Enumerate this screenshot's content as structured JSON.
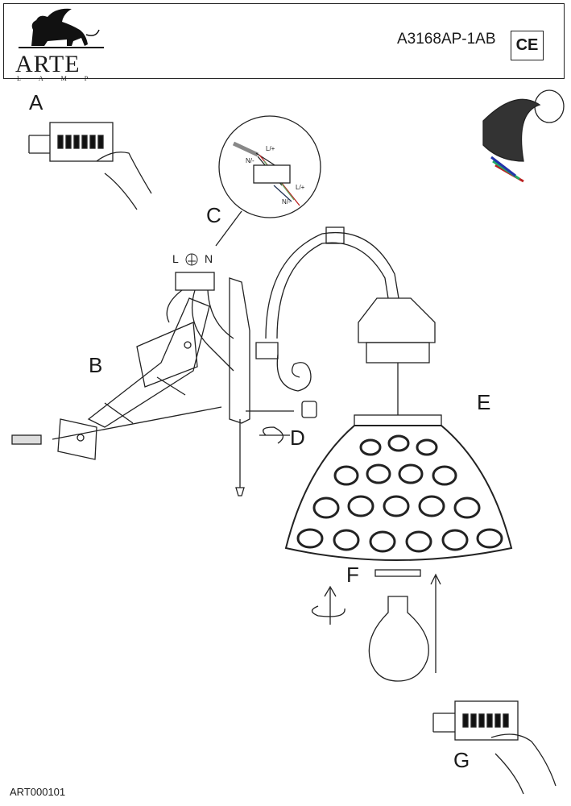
{
  "header": {
    "brand": "ARTE",
    "brand_sub": "LAMP",
    "model": "A3168AP-1AB",
    "certification": "CE"
  },
  "step_labels": {
    "a": "A",
    "b": "B",
    "c": "C",
    "d": "D",
    "e": "E",
    "f": "F",
    "g": "G"
  },
  "terminal_labels": {
    "live": "L",
    "neutral": "N"
  },
  "inset_wires": {
    "live_1": "L/+",
    "neutral_1": "N/-",
    "live_2": "L/+",
    "neutral_2": "N/-"
  },
  "footer": {
    "code": "ART000101"
  }
}
